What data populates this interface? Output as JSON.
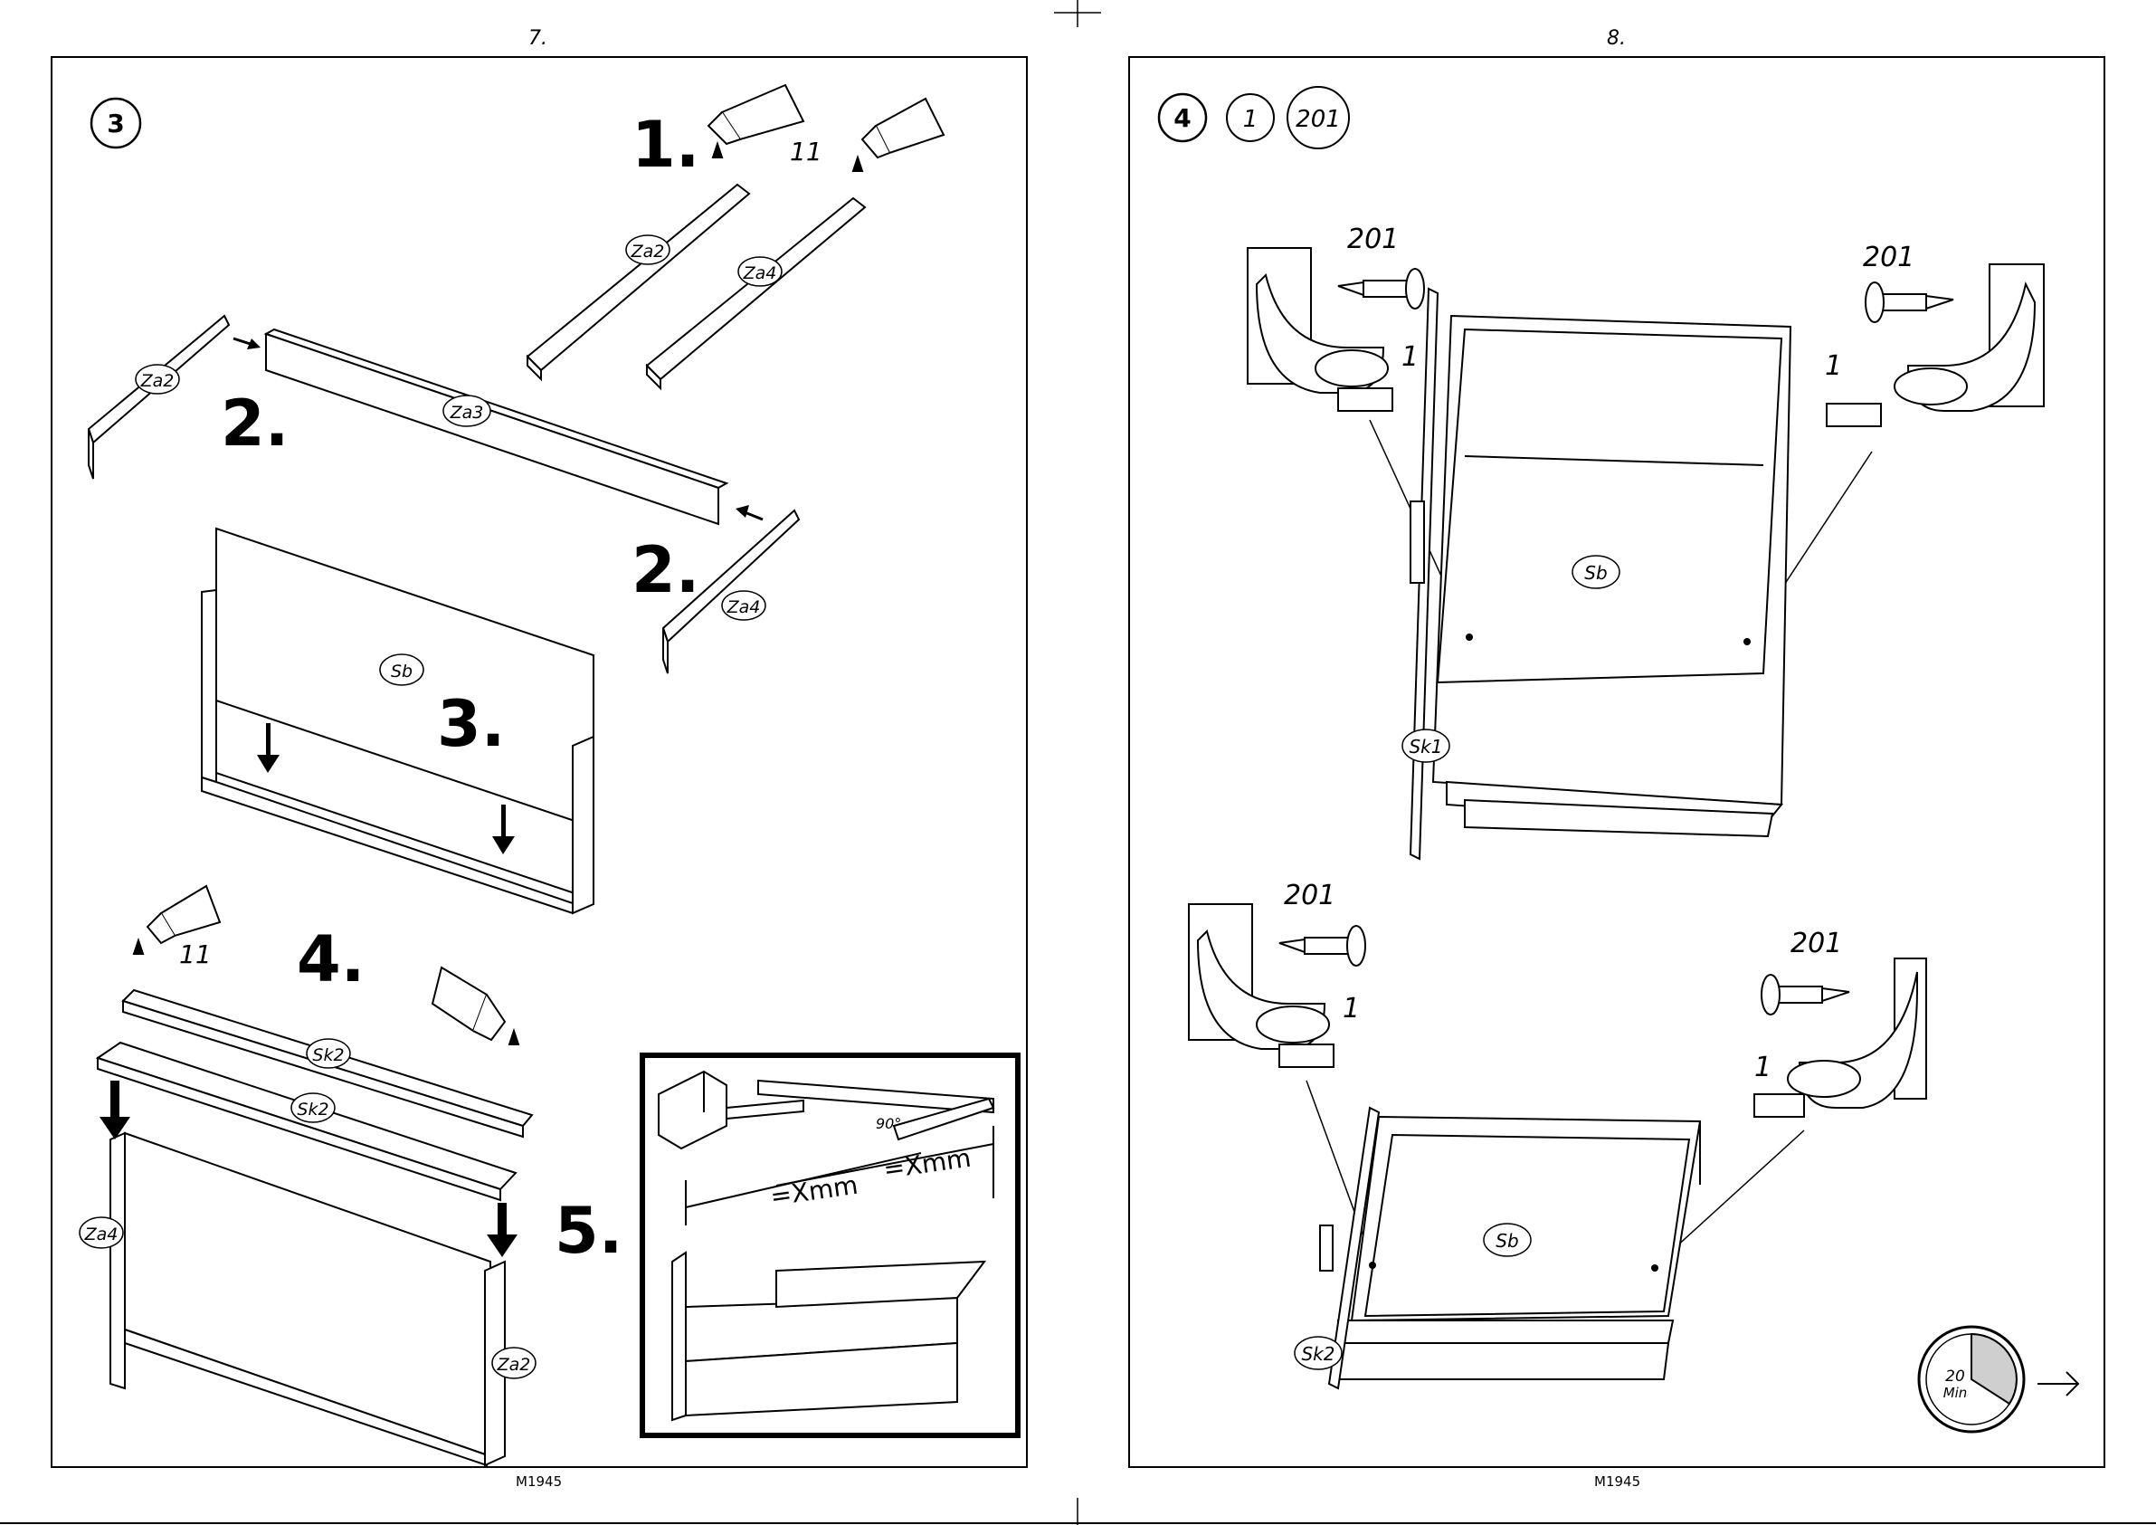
{
  "left_page": {
    "page_number": "7.",
    "footer_code": "M1945",
    "step_circle": "3",
    "substeps": [
      "1.",
      "2.",
      "2.",
      "3.",
      "4.",
      "5."
    ],
    "part_labels": {
      "za2_top": "Za2",
      "za4_top": "Za4",
      "za2_left": "Za2",
      "za3": "Za3",
      "za4_right": "Za4",
      "sb": "Sb",
      "sk2_a": "Sk2",
      "sk2_b": "Sk2",
      "za4_bottom": "Za4",
      "za2_bottom": "Za2"
    },
    "glue_count_a": "11",
    "glue_count_b": "11",
    "inset": {
      "measure_a": "=Xmm",
      "measure_b": "=Xmm",
      "angle": "90°"
    }
  },
  "right_page": {
    "page_number": "8.",
    "footer_code": "M1945",
    "step_circle": "4",
    "parts_circles": [
      "1",
      "201"
    ],
    "screw_label": "201",
    "glide_label": "1",
    "part_labels": {
      "sb_top": "Sb",
      "sk1": "Sk1",
      "sb_bottom": "Sb",
      "sk2": "Sk2"
    },
    "timer": {
      "value": "20",
      "unit": "Min"
    }
  }
}
